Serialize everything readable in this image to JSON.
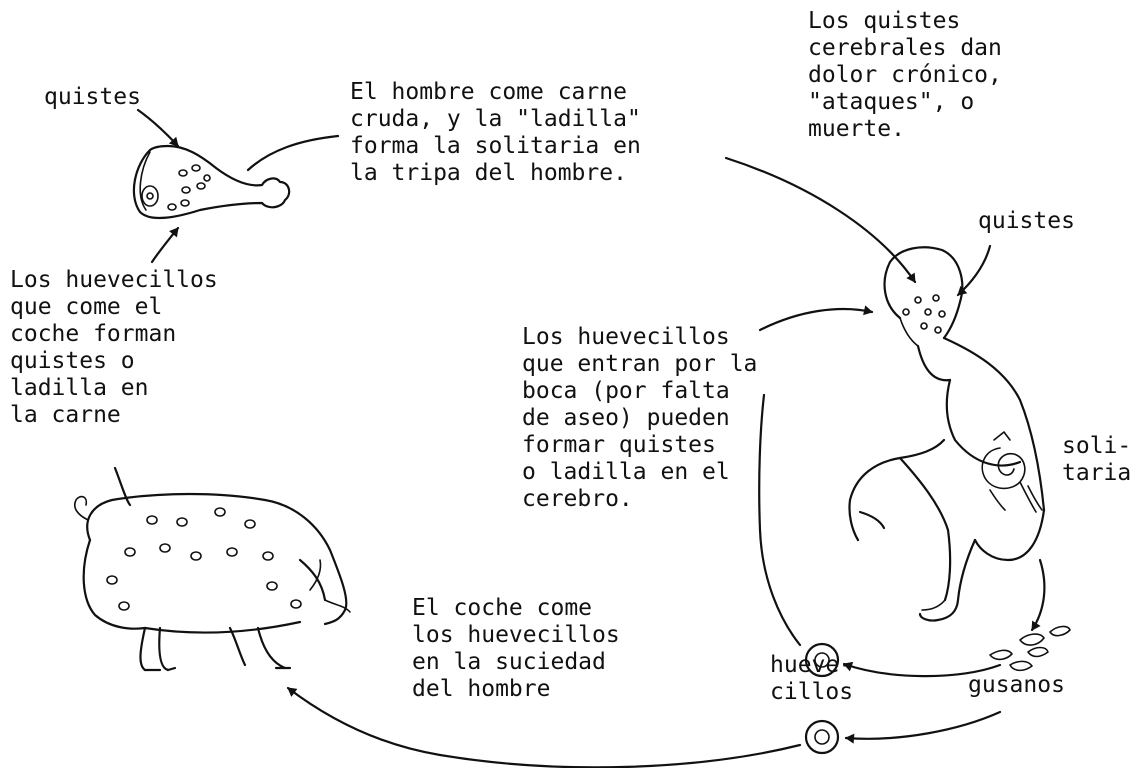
{
  "labels": {
    "meat_quistes": "quistes",
    "man_eats": "El hombre come carne\ncruda, y la \"ladilla\"\nforma la solitaria en\nla tripa del hombre.",
    "brain_cysts": "Los quistes\ncerebrales dan\ndolor crónico,\n\"ataques\", o\nmuerte.",
    "head_quistes": "quistes",
    "pig_eggs": "Los huevecillos\nque come el\ncoche forman\nquistes o\nladilla en\nla carne",
    "mouth_eggs": "Los huevecillos\nque entran por la\nboca (por falta\nde aseo) pueden\nformar quistes\no ladilla en el\ncerebro.",
    "solitaria": "soli-\ntaria",
    "pig_eats": "El coche come\nlos huevecillos\nen la suciedad\ndel hombre",
    "huevecillos": "hueve-\ncillos",
    "gusanos": "gusanos"
  }
}
